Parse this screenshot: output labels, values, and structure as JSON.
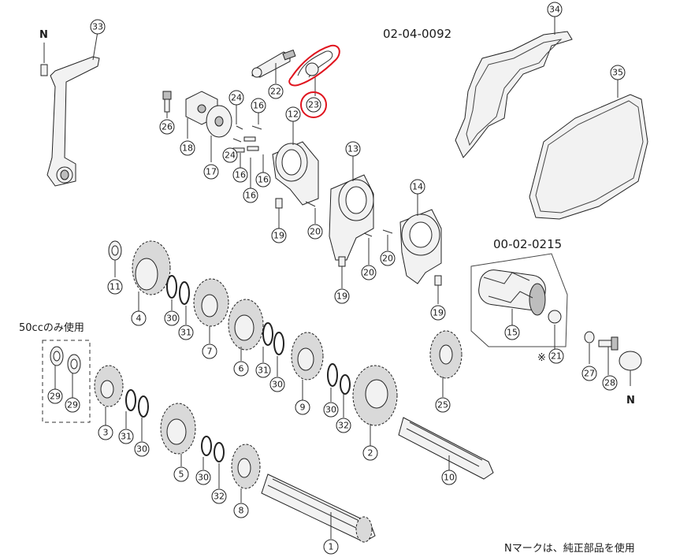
{
  "diagram": {
    "code_top": "02-04-0092",
    "code_drum": "00-02-0215",
    "note_50cc": "50ccのみ使用",
    "footer_note": "Nマークは、純正部品を使用",
    "n_mark": "N",
    "asterisk": "※",
    "highlight_color": "#e0141e",
    "callouts": {
      "c1": "1",
      "c2": "2",
      "c3": "3",
      "c4": "4",
      "c5": "5",
      "c6": "6",
      "c7": "7",
      "c8": "8",
      "c9": "9",
      "c10": "10",
      "c11": "11",
      "c12": "12",
      "c13": "13",
      "c14": "14",
      "c15": "15",
      "c16": "16",
      "c17": "17",
      "c18": "18",
      "c19": "19",
      "c20": "20",
      "c21": "21",
      "c22": "22",
      "c23": "23",
      "c24": "24",
      "c25": "25",
      "c26": "26",
      "c27": "27",
      "c28": "28",
      "c29": "29",
      "c30": "30",
      "c31": "31",
      "c32": "32",
      "c33": "33",
      "c34": "34",
      "c35": "35"
    }
  }
}
